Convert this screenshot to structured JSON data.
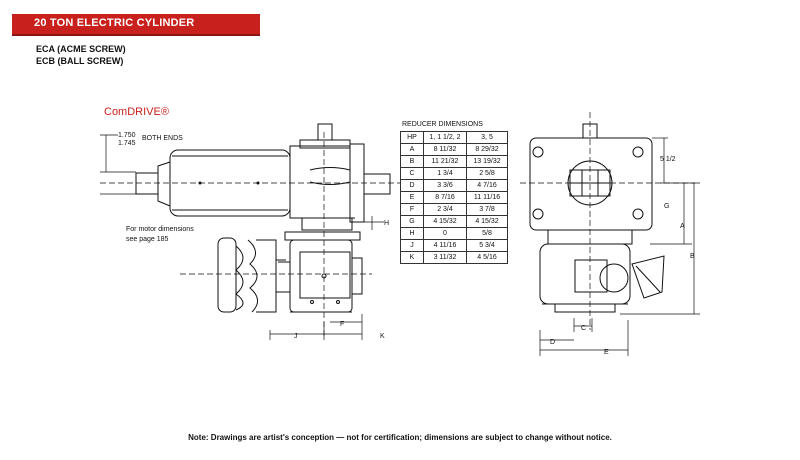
{
  "banner": {
    "title": "20 TON ELECTRIC CYLINDER"
  },
  "subtitles": [
    "ECA (ACME SCREW)",
    "ECB (BALL SCREW)"
  ],
  "brand": "ComDRIVE®",
  "side_view": {
    "dim_top": "1.750",
    "dim_bottom": "1.745",
    "dim_note": "BOTH ENDS",
    "motor_note_line1": "For motor dimensions",
    "motor_note_line2": "see page 185",
    "labels": {
      "h": "H",
      "f": "F",
      "j": "J",
      "k": "K"
    }
  },
  "end_view": {
    "labels": {
      "g": "G",
      "a": "A",
      "b": "B",
      "c": "C",
      "d": "D",
      "e": "E",
      "dim_51_2": "5 1/2"
    }
  },
  "table": {
    "title": "REDUCER DIMENSIONS",
    "header": [
      "HP",
      "1, 1 1/2, 2",
      "3, 5"
    ],
    "rows": [
      [
        "A",
        "8 11/32",
        "8 29/32"
      ],
      [
        "B",
        "11 21/32",
        "13 19/32"
      ],
      [
        "C",
        "1 3/4",
        "2 5/8"
      ],
      [
        "D",
        "3 3/6",
        "4 7/16"
      ],
      [
        "E",
        "8 7/16",
        "11 11/16"
      ],
      [
        "F",
        "2 3/4",
        "3 7/8"
      ],
      [
        "G",
        "4 15/32",
        "4 15/32"
      ],
      [
        "H",
        "0",
        "5/8"
      ],
      [
        "J",
        "4 11/16",
        "5 3/4"
      ],
      [
        "K",
        "3 11/32",
        "4 5/16"
      ]
    ]
  },
  "footer": {
    "note": "Note: Drawings are artist's conception — not for certification; dimensions are subject to change without notice."
  }
}
